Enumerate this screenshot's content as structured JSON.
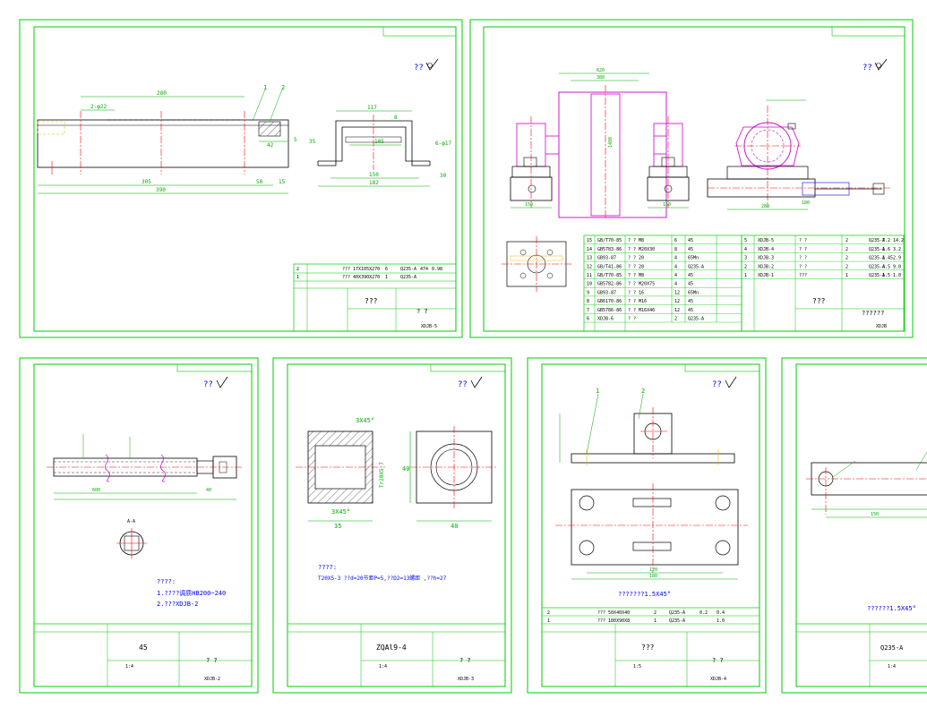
{
  "colors": {
    "border": "#00cc00",
    "line": "#000000",
    "center": "#ff0000",
    "magenta": "#cc00cc",
    "blue": "#0000ff",
    "dim": "#00aa00",
    "yellow": "#e0c000",
    "cyan": "#00aaaa"
  },
  "sheet1": {
    "roughness": "??",
    "dims": {
      "d280": "280",
      "d305": "305",
      "d50": "50",
      "d15": "15",
      "d390": "390",
      "d2phi22": "2-φ22",
      "d42": "42",
      "d117": "117",
      "d105": "105",
      "d8": "8",
      "d150": "150",
      "d182": "182",
      "d6phi17": "6-φ17",
      "d5": "5",
      "d35": "35",
      "d30": "30"
    },
    "leaders": [
      "1",
      "2"
    ],
    "title": {
      "name": "???",
      "drawing_no": "XDJB-5",
      "material": "? ?"
    },
    "rows": [
      [
        "2",
        "??? 17X105X270",
        "6",
        "Q235-A",
        "474",
        "0.98"
      ],
      [
        "1",
        "??? 40X390X270",
        "1",
        "Q235-A",
        "",
        ""
      ]
    ]
  },
  "sheet2": {
    "roughness": "??",
    "dims": {
      "d620": "620",
      "d380": "380",
      "d1480": "1480",
      "d150": "150",
      "d280": "280",
      "d180": "180"
    },
    "parts": [
      [
        "15",
        "GB/T70-85",
        "? ? M8",
        "6",
        "45"
      ],
      [
        "14",
        "GB5783-86",
        "? ? M20X30",
        "8",
        "45"
      ],
      [
        "13",
        "GB93-87",
        "? ? 20",
        "4",
        "65Mn"
      ],
      [
        "12",
        "GB/T41-86",
        "? ? 20",
        "4",
        "Q235-A"
      ],
      [
        "11",
        "GB/T70-85",
        "? ? M8",
        "4",
        "45"
      ],
      [
        "10",
        "GB5782-86",
        "? ? M20X75",
        "4",
        "45"
      ],
      [
        "9",
        "GB93-87",
        "? ? 16",
        "12",
        "65Mn"
      ],
      [
        "8",
        "GB6170-86",
        "? ? M16",
        "12",
        "45"
      ],
      [
        "7",
        "GB5786-86",
        "? ? M16X46",
        "12",
        "45"
      ],
      [
        "6",
        "XDJB-6",
        "? ?",
        "2",
        "Q235-A"
      ]
    ],
    "parts_right": [
      [
        "5",
        "XDJB-5",
        "? ?",
        "2",
        "Q235-A",
        "7.2",
        "14.2"
      ],
      [
        "4",
        "XDJB-4",
        "? ?",
        "2",
        "Q235-A",
        "1.6",
        "3.2"
      ],
      [
        "3",
        "XDJB-3",
        "? ?",
        "2",
        "Q235-A",
        "1.45",
        "2.9"
      ],
      [
        "2",
        "XDJB-2",
        "? ?",
        "2",
        "Q235-A",
        "4.5",
        "9.0"
      ],
      [
        "1",
        "XDJB-1",
        "???",
        "1",
        "Q235-A",
        "1.5",
        "1.0"
      ]
    ],
    "title": {
      "name": "???",
      "drawing_no": "XDJB",
      "material": "??????"
    }
  },
  "sheet3": {
    "roughness": "??",
    "notes": [
      "????:",
      "1.????调质HB200~240",
      "2.???XDJB-2"
    ],
    "title": {
      "material": "45",
      "name": "? ?",
      "drawing_no": "XDJB-2",
      "scale": "1:4"
    },
    "dims": {
      "len": "600",
      "d40": "40",
      "sect": "A-A"
    }
  },
  "sheet4": {
    "roughness": "??",
    "dims": {
      "chamfer": "3X45°",
      "chamfer2": "3X45°",
      "d35": "35",
      "d40a": "40",
      "d40b": "40",
      "thread": "Tr20X5-7"
    },
    "notes": [
      "????:",
      "T20X5-3 ??d=20节距P=5,??D2=13螺距 ,??h=27"
    ],
    "title": {
      "material": "ZQAl9-4",
      "name": "? ?",
      "drawing_no": "XDJB-3",
      "scale": "1:4"
    }
  },
  "sheet5": {
    "roughness": "??",
    "note": "???????1.5X45°",
    "leaders": [
      "1",
      "2"
    ],
    "rows": [
      [
        "2",
        "??? 50X40X40",
        "2",
        "Q235-A",
        "0.2",
        "0.4"
      ],
      [
        "1",
        "??? 180X90X8",
        "1",
        "Q235-A",
        "",
        "1.0"
      ]
    ],
    "title": {
      "name": "???",
      "drawing_no": "XDJB-4",
      "scale": "1:5",
      "material": "? ?"
    },
    "dims": {
      "d180": "180",
      "d120": "120"
    }
  },
  "sheet6": {
    "note": "??????1.5X45°",
    "title": {
      "material": "Q235-A",
      "scale": "1:4"
    },
    "dims": {
      "len": "150"
    }
  }
}
